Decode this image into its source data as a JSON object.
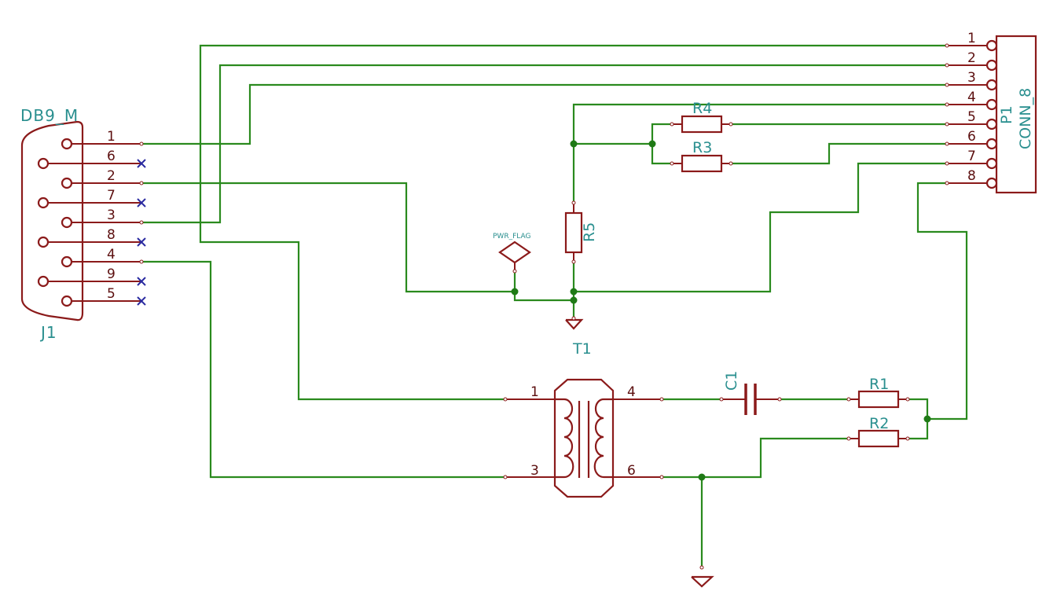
{
  "j1": {
    "name": "DB9_M",
    "ref": "J1",
    "pins": [
      "1",
      "6",
      "2",
      "7",
      "3",
      "8",
      "4",
      "9",
      "5"
    ]
  },
  "p1": {
    "ref": "P1",
    "value": "CONN_8",
    "pins": [
      "1",
      "2",
      "3",
      "4",
      "5",
      "6",
      "7",
      "8"
    ]
  },
  "t1": {
    "ref": "T1",
    "pins": [
      "1",
      "3",
      "4",
      "6"
    ]
  },
  "resistors": [
    "R1",
    "R2",
    "R3",
    "R4",
    "R5"
  ],
  "capacitors": [
    "C1"
  ],
  "pwr_flag": "PWR_FLAG",
  "colors": {
    "wire": "#2a8a1e",
    "part": "#8b1a1a",
    "label": "#2a8f8f",
    "no_connect": "#2a2aa0"
  }
}
